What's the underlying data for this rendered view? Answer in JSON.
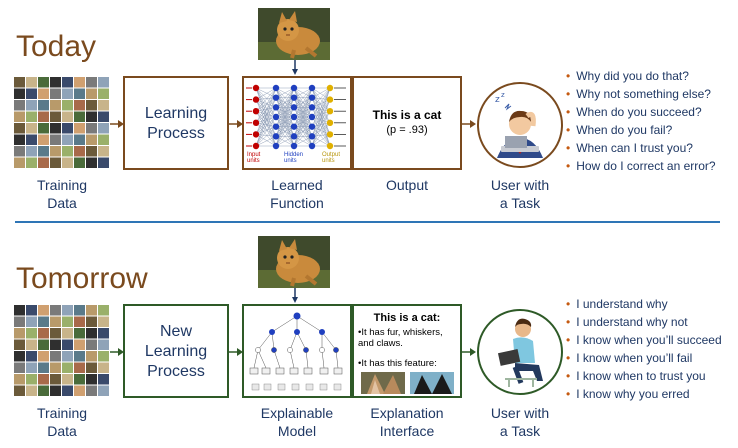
{
  "today": {
    "heading": "Today",
    "training_data_label": "Training\nData",
    "learning_box_label": "Learning\nProcess",
    "learned_function_label": "Learned\nFunction",
    "nn_legend": {
      "input": "Input\nunits",
      "hidden": "Hidden\nunits",
      "output": "Output\nunits"
    },
    "output_box": {
      "title": "This is a cat",
      "prob": "(p = .93)"
    },
    "output_label": "Output",
    "user_label": "User with\na Task",
    "questions": [
      "Why did you do that?",
      "Why not something else?",
      "When do you succeed?",
      "When do you fail?",
      "When can I trust you?",
      "How do I correct an error?"
    ]
  },
  "tomorrow": {
    "heading": "Tomorrow",
    "training_data_label": "Training\nData",
    "learning_box_label": "New\nLearning\nProcess",
    "model_label": "Explainable\nModel",
    "explanation": {
      "title": "This is a cat:",
      "bullets": [
        "It has fur, whiskers, and claws.",
        "It has this feature:"
      ]
    },
    "interface_label": "Explanation\nInterface",
    "user_label": "User with\na Task",
    "statements": [
      "I understand why",
      "I understand why not",
      "I know when you’ll succeed",
      "I know when you’ll fail",
      "I know when to trust you",
      "I know why you erred"
    ]
  },
  "colors": {
    "heading": "#7a4a1e",
    "caption": "#1f3864",
    "today_box": "#7a4a1e",
    "tomorrow_box": "#2e5a27",
    "bullet": "#c55a11",
    "divider": "#2e75b6"
  }
}
